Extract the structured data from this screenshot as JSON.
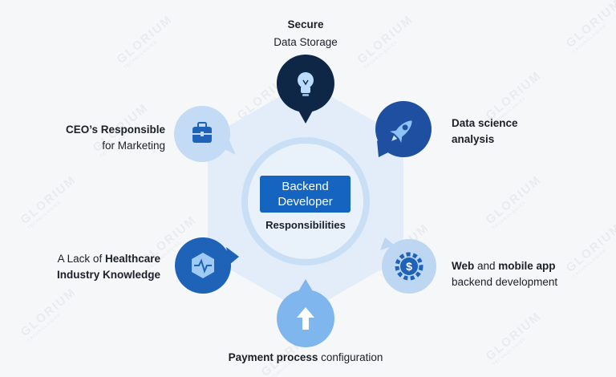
{
  "center": {
    "title_line1": "Backend",
    "title_line2": "Developer",
    "subtitle": "Responsibilities"
  },
  "nodes": {
    "top": {
      "line1_bold": "Secure",
      "line2": "Data Storage",
      "icon": "lightbulb-icon"
    },
    "upper_right": {
      "line1_bold": "Data science",
      "line2_bold": "analysis",
      "icon": "rocket-icon"
    },
    "lower_right": {
      "line1_bold_a": "Web",
      "line1_plain": " and ",
      "line1_bold_b": "mobile app",
      "line2": "backend development",
      "icon": "dollar-gear-icon"
    },
    "bottom": {
      "line1_bold": "Payment process",
      "line1_plain": " configuration",
      "icon": "arrow-up-icon"
    },
    "lower_left": {
      "line1_plain": "A Lack of ",
      "line1_bold": "Healthcare",
      "line2_bold": "Industry Knowledge",
      "icon": "heartbeat-hexagon-icon"
    },
    "upper_left": {
      "line1_bold": "CEO’s Responsible",
      "line2": "for Marketing",
      "icon": "briefcase-icon"
    }
  },
  "watermark": {
    "brand": "GLORIUM",
    "sub": "TECHNOLOGIES"
  },
  "colors": {
    "navy": "#0f2747",
    "blue": "#1565c0",
    "mid_blue": "#1e63b8",
    "light_blue": "#a9cdf2",
    "pale_blue": "#c9dff5",
    "hexagon": "#e2edf9"
  }
}
